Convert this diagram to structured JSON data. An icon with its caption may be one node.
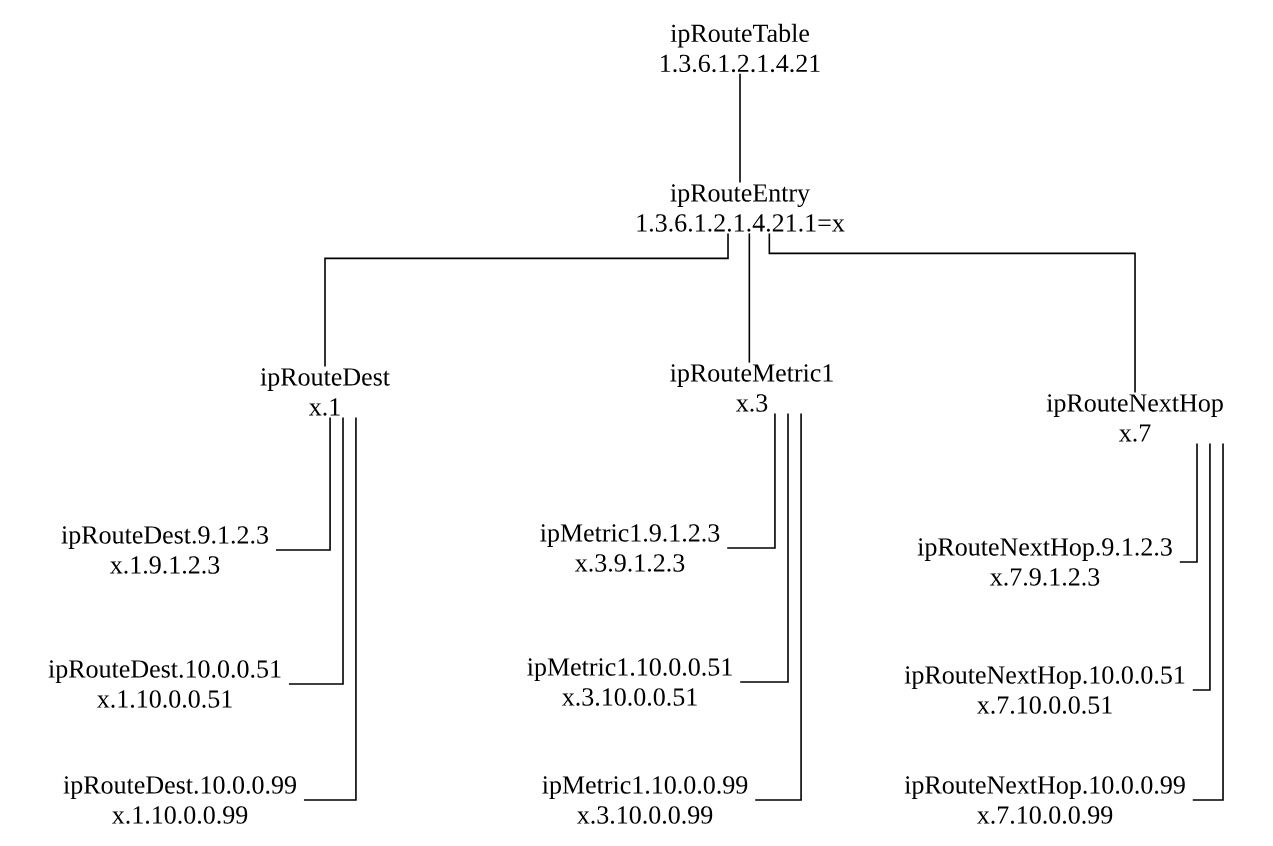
{
  "diagram": {
    "nodes": [
      {
        "text": [
          "ipRouteTable",
          "1.3.6.1.2.1.4.21"
        ]
      },
      {
        "text": [
          "ipRouteEntry",
          "1.3.6.1.2.1.4.21.1=x"
        ]
      },
      {
        "text": [
          "ipRouteDest",
          "x.1"
        ]
      },
      {
        "text": [
          "ipRouteMetric1",
          "x.3"
        ]
      },
      {
        "text": [
          "ipRouteNextHop",
          "x.7"
        ]
      },
      {
        "text": [
          "ipRouteDest.9.1.2.3",
          "x.1.9.1.2.3"
        ]
      },
      {
        "text": [
          "ipRouteDest.10.0.0.51",
          "x.1.10.0.0.51"
        ]
      },
      {
        "text": [
          "ipRouteDest.10.0.0.99",
          "x.1.10.0.0.99"
        ]
      },
      {
        "text": [
          "ipMetric1.9.1.2.3",
          "x.3.9.1.2.3"
        ]
      },
      {
        "text": [
          "ipMetric1.10.0.0.51",
          "x.3.10.0.0.51"
        ]
      },
      {
        "text": [
          "ipMetric1.10.0.0.99",
          "x.3.10.0.0.99"
        ]
      },
      {
        "text": [
          "ipRouteNextHop.9.1.2.3",
          "x.7.9.1.2.3"
        ]
      },
      {
        "text": [
          "ipRouteNextHop.10.0.0.51",
          "x.7.10.0.0.51"
        ]
      },
      {
        "text": [
          "ipRouteNextHop.10.0.0.99",
          "x.7.10.0.0.99"
        ]
      }
    ],
    "edges": [
      {
        "from": 0,
        "to": 1,
        "arrow": "none"
      },
      {
        "from": 1,
        "to": 2,
        "arrow": "none"
      },
      {
        "from": 1,
        "to": 3,
        "arrow": "none"
      },
      {
        "from": 1,
        "to": 4,
        "arrow": "none"
      },
      {
        "from": 2,
        "to": 5,
        "arrow": "none"
      },
      {
        "from": 2,
        "to": 6,
        "arrow": "none"
      },
      {
        "from": 2,
        "to": 7,
        "arrow": "none"
      },
      {
        "from": 3,
        "to": 8,
        "arrow": "none"
      },
      {
        "from": 3,
        "to": 9,
        "arrow": "none"
      },
      {
        "from": 3,
        "to": 10,
        "arrow": "none"
      },
      {
        "from": 4,
        "to": 11,
        "arrow": "none"
      },
      {
        "from": 4,
        "to": 12,
        "arrow": "none"
      },
      {
        "from": 4,
        "to": 13,
        "arrow": "none"
      }
    ]
  }
}
